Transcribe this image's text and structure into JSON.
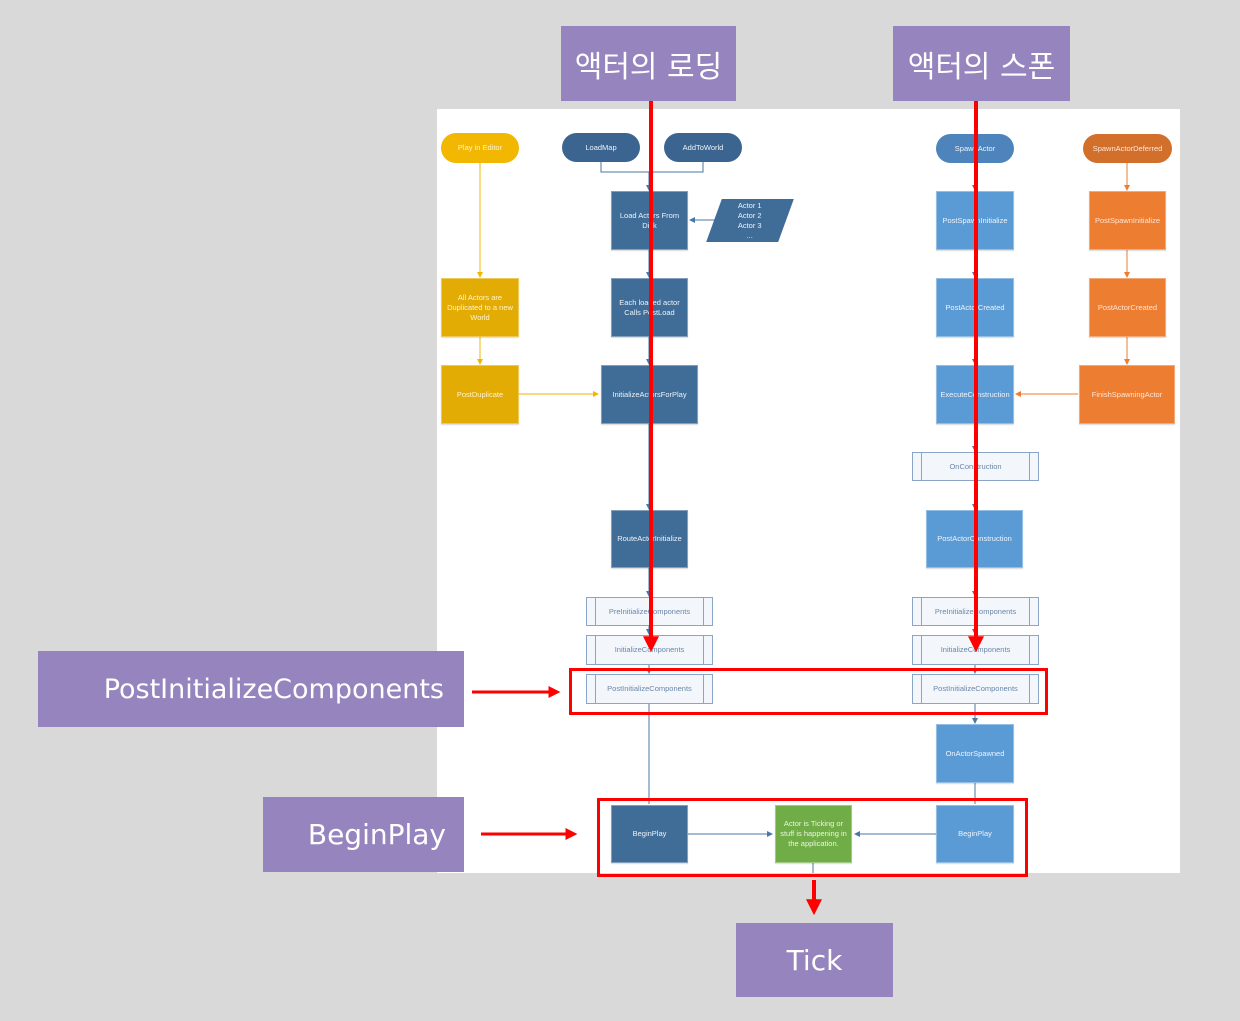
{
  "diagram": {
    "title": "Actor Lifecycle",
    "colors": {
      "callout_bg": "#9684be",
      "highlight_red": "#ff0000",
      "load_path": "#3f6d98",
      "spawn_path": "#5b9bd5",
      "editor_path": "#e3ac05",
      "deferred_path": "#ed7d31",
      "tick": "#70ad47"
    },
    "callouts": {
      "loading": "액터의 로딩",
      "spawning": "액터의 스폰",
      "post_initialize": "PostInitializeComponents",
      "begin_play": "BeginPlay",
      "tick": "Tick"
    },
    "nodes": {
      "play_in_editor": "Play in Editor",
      "all_actors_duplicated": "All Actors are\nDuplicated to a new\nWorld",
      "post_duplicate": "PostDuplicate",
      "load_map": "LoadMap",
      "add_to_world": "AddToWorld",
      "load_actors_from_disk": "Load Actors From\nDisk",
      "actor_list": "Actor 1\nActor 2\nActor 3\n...",
      "each_loaded_actor": "Each loaded actor\nCalls PostLoad",
      "initialize_actors_for_play": "InitializeActorsForPlay",
      "route_actor_initialize": "RouteActorInitialize",
      "load_pre_initialize": "PreInitializeComponents",
      "load_initialize": "InitializeComponents",
      "load_post_initialize": "PostInitializeComponents",
      "load_begin_play": "BeginPlay",
      "tick_state": "Actor is Ticking or\nstuff is happening in\nthe application.",
      "spawn_actor": "SpawnActor",
      "spawn_post_spawn_initialize": "PostSpawnInitialize",
      "spawn_post_actor_created": "PostActorCreated",
      "execute_construction": "ExecuteConstruction",
      "on_construction": "OnConstruction",
      "post_actor_construction": "PostActorConstruction",
      "spawn_pre_initialize": "PreInitializeComponents",
      "spawn_initialize": "InitializeComponents",
      "spawn_post_initialize": "PostInitializeComponents",
      "on_actor_spawned": "OnActorSpawned",
      "spawn_begin_play": "BeginPlay",
      "spawn_actor_deferred": "SpawnActorDeferred",
      "deferred_post_spawn_initialize": "PostSpawnInitialize",
      "deferred_post_actor_created": "PostActorCreated",
      "finish_spawning_actor": "FinishSpawningActor"
    }
  }
}
